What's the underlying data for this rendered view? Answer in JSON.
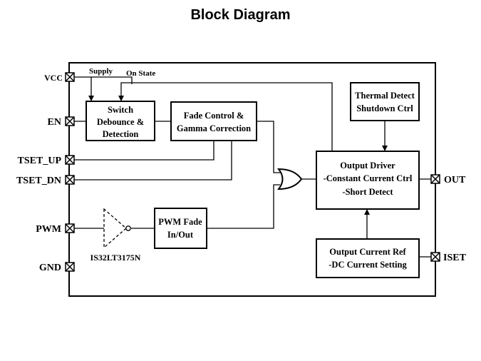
{
  "title": "Block Diagram",
  "pins": {
    "vcc": "VCC",
    "en": "EN",
    "tset_up": "TSET_UP",
    "tset_dn": "TSET_DN",
    "pwm": "PWM",
    "gnd": "GND",
    "out": "OUT",
    "iset": "ISET"
  },
  "annotations": {
    "supply": "Supply",
    "on_state": "On State",
    "part_number": "IS32LT3175N"
  },
  "blocks": {
    "switch": [
      "Switch",
      "Debounce &",
      "Detection"
    ],
    "fade": [
      "Fade Control &",
      "Gamma Correction"
    ],
    "thermal": [
      "Thermal Detect",
      "Shutdown Ctrl"
    ],
    "output_driver": [
      "Output Driver",
      "-Constant Current Ctrl",
      "-Short Detect"
    ],
    "pwm_fade": [
      "PWM Fade",
      "In/Out"
    ],
    "current_ref": [
      "Output Current Ref",
      "-DC Current Setting"
    ]
  }
}
